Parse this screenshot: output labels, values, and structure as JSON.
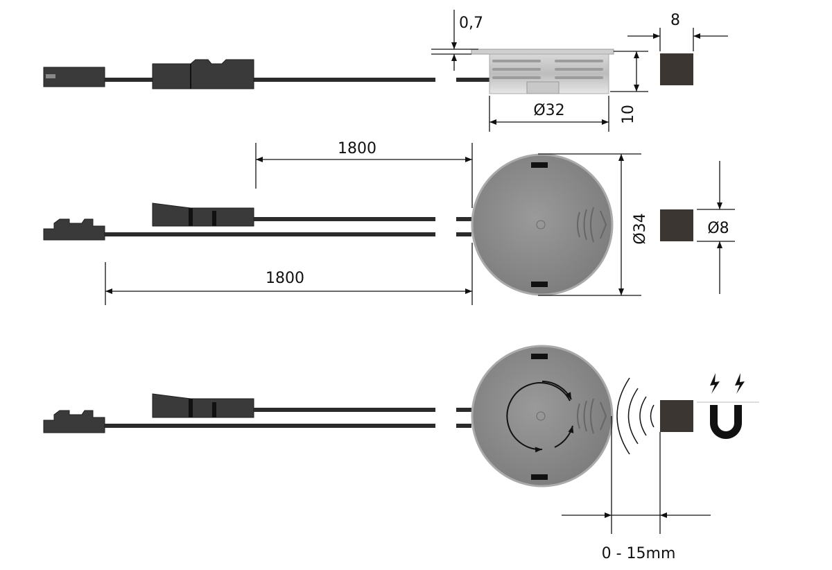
{
  "dimensions": {
    "flange_thickness": "0,7",
    "magnet_width": "8",
    "sensor_height": "10",
    "sensor_body_diameter": "Ø32",
    "cable_length_top": "1800",
    "cable_length_bottom": "1800",
    "sensor_diameter": "Ø34",
    "magnet_diameter": "Ø8",
    "detection_range": "0 - 15mm"
  },
  "colors": {
    "sensor_grey": "#8a8a8a",
    "connector_dark": "#3a3a3a",
    "magnet_dark": "#3b3632"
  }
}
